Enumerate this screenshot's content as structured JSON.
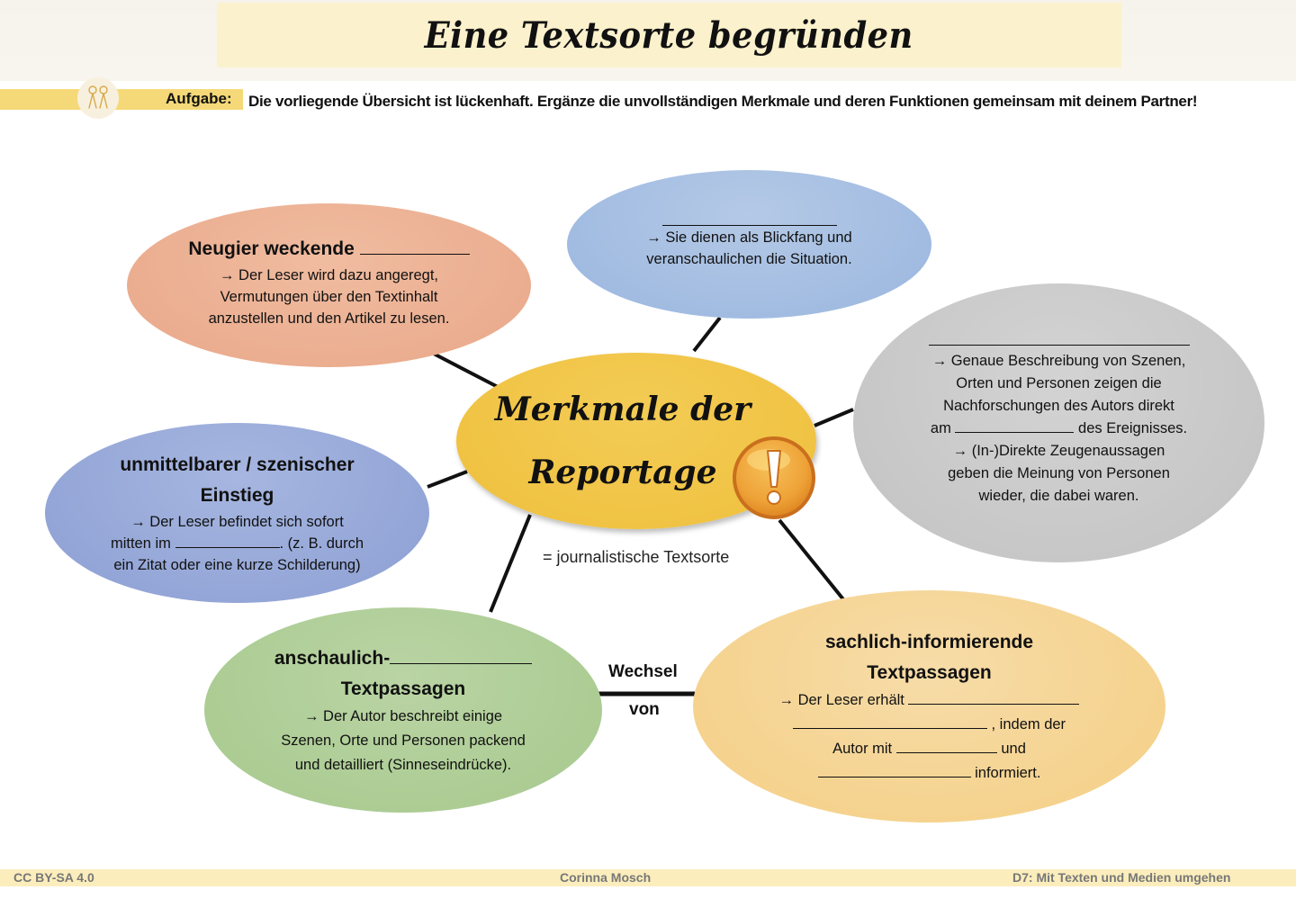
{
  "header": {
    "title": "Eine Textsorte begründen",
    "task_label": "Aufgabe:",
    "task_text": "Die vorliegende Übersicht ist lückenhaft. Ergänze die unvollständigen Merkmale und deren Funktionen gemeinsam mit deinem Partner!",
    "task_icon": "partner-work-icon"
  },
  "center": {
    "title_line1": "Merkmale der",
    "title_line2": "Reportage",
    "subtitle": "= journalistische Textsorte",
    "icon": "exclamation-warning-icon"
  },
  "bubbles": {
    "orange": {
      "heading": "Neugier weckende",
      "lines": [
        "→ Der Leser wird dazu angeregt,",
        "Vermutungen über den Textinhalt",
        "anzustellen und den Artikel zu lesen."
      ],
      "color": "#e9a789"
    },
    "blue_top": {
      "lines": [
        "→ Sie dienen als Blickfang und",
        "veranschaulichen die Situation."
      ],
      "color": "#9ab6df"
    },
    "gray": {
      "lines": [
        "→ Genaue Beschreibung von Szenen,",
        "Orten und Personen zeigen die",
        "Nachforschungen des Autors direkt"
      ],
      "line4_before": "am",
      "line4_after": "des Ereignisses.",
      "lines_after": [
        "→ (In-)Direkte Zeugenaussagen",
        "geben die Meinung von Personen",
        "wieder, die dabei waren."
      ],
      "color": "#c2c2c2"
    },
    "blue_left": {
      "heading_line1": "unmittelbarer / szenischer",
      "heading_line2": "Einstieg",
      "line1": "→ Der Leser befindet sich sofort",
      "line2_before": "mitten im",
      "line2_after": ". (z. B. durch",
      "line3": "ein Zitat oder eine kurze Schilderung)",
      "color": "#8c9fd3"
    },
    "green": {
      "heading_line1": "anschaulich-",
      "heading_line2": "Textpassagen",
      "lines": [
        "→ Der Autor beschreibt einige",
        "Szenen, Orte und Personen packend",
        "und detailliert (Sinneseindrücke)."
      ],
      "color": "#a6c98d"
    },
    "yellow": {
      "heading_line1": "sachlich-informierende",
      "heading_line2": "Textpassagen",
      "line1_before": "→ Der Leser erhält",
      "line2_after": ", indem der",
      "line3_before": "Autor mit",
      "line3_after": "und",
      "line4_after": "informiert.",
      "color": "#f4cf84"
    }
  },
  "connector": {
    "top_label": "Wechsel",
    "bottom_label": "von"
  },
  "footer": {
    "license": "CC BY-SA 4.0",
    "author": "Corinna Mosch",
    "unit": "D7: Mit Texten und Medien umgehen"
  }
}
